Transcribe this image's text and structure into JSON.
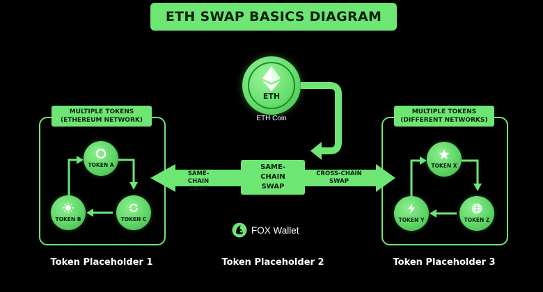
{
  "title": "ETH SWAP BASICS DIAGRAM",
  "eth_coin": {
    "label": "ETH",
    "caption": "ETH Coin"
  },
  "center": {
    "swap_box": "SAME-CHAIN SWAP",
    "left_arrow": "SAME-CHAIN SWAP",
    "right_arrow": "CROSS-CHAIN SWAP"
  },
  "left_panel": {
    "label_line1": "MULTIPLE TOKENS",
    "label_line2": "(ETHEREUM NETWORK)",
    "tokens": [
      {
        "label": "TOKEN A",
        "icon": "ring-icon"
      },
      {
        "label": "TOKEN B",
        "icon": "sun-icon"
      },
      {
        "label": "TOKEN C",
        "icon": "refresh-icon"
      }
    ]
  },
  "right_panel": {
    "label_line1": "MULTIPLE TOKENS",
    "label_line2": "(DIFFERENT NETWORKS)",
    "tokens": [
      {
        "label": "TOKEN X",
        "icon": "star-icon"
      },
      {
        "label": "TOKEN Y",
        "icon": "lightning-icon"
      },
      {
        "label": "TOKEN Z",
        "icon": "globe-icon"
      }
    ]
  },
  "brand": {
    "name": "FOX Wallet",
    "icon": "fox-wallet-logo-icon"
  },
  "bottom_labels": [
    "Token Placeholder 1",
    "Token Placeholder 2",
    "Token Placeholder 3"
  ],
  "colors": {
    "accent": "#6ee674",
    "background": "#000000",
    "dark_text": "#0a1f0c"
  }
}
